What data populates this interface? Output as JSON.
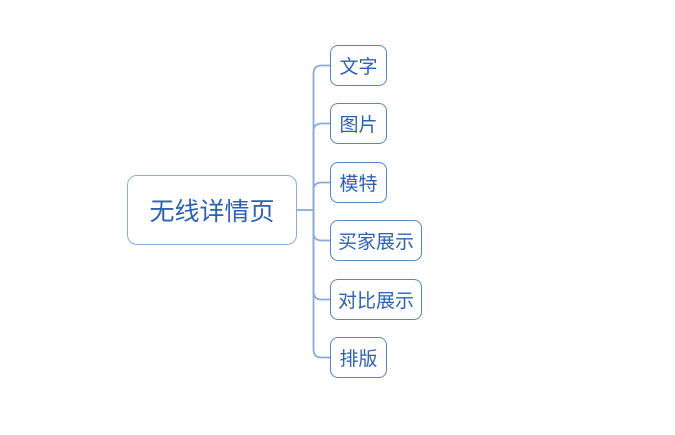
{
  "diagram": {
    "type": "mindmap",
    "root": {
      "label": "无线详情页"
    },
    "children": [
      {
        "label": "文字"
      },
      {
        "label": "图片"
      },
      {
        "label": "模特"
      },
      {
        "label": "买家展示"
      },
      {
        "label": "对比展示"
      },
      {
        "label": "排版"
      }
    ],
    "colors": {
      "background": "#ffffff",
      "root_border": "#8fafd9",
      "child_border": "#5586cb",
      "connector": "#8aabd6",
      "text": "#2e61ae"
    }
  }
}
